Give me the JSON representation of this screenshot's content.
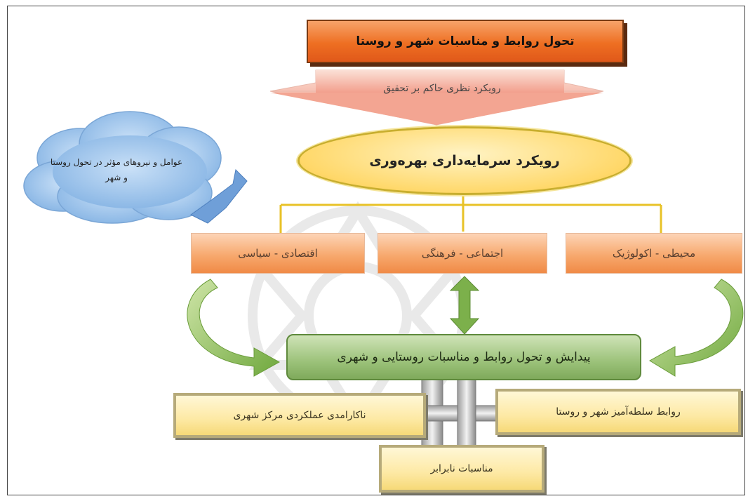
{
  "diagram": {
    "title": "تحول روابط و مناسبات شهر و روستا",
    "theory_arrow_label": "رویکرد نظری حاکم بر تحقیق",
    "central_approach": "رویکرد سرمایه‌داری بهره‌وری",
    "cloud_label": "عوامل و نیروهای مؤثر در تحول روستا و شهر",
    "dimensions": [
      "محیطی - اکولوژیک",
      "اجتماعی - فرهنگی",
      "اقتصادی - سیاسی"
    ],
    "outcome": "پیدایش و تحول روابط و مناسبات روستایی و شهری",
    "results": [
      "روابط سلطه‌آمیز شهر و روستا",
      "ناکارامدی عملکردی مرکز شهری",
      "مناسبات نابرابر"
    ],
    "colors": {
      "title_fill": "#ee6f22",
      "ellipse_fill": "#ffd86a",
      "dimension_fill": "#f7a96e",
      "outcome_fill": "#9cc27a",
      "result_fill": "#fde9a4",
      "cloud_fill": "#9ec3ea",
      "connector": "#e8c227"
    }
  }
}
